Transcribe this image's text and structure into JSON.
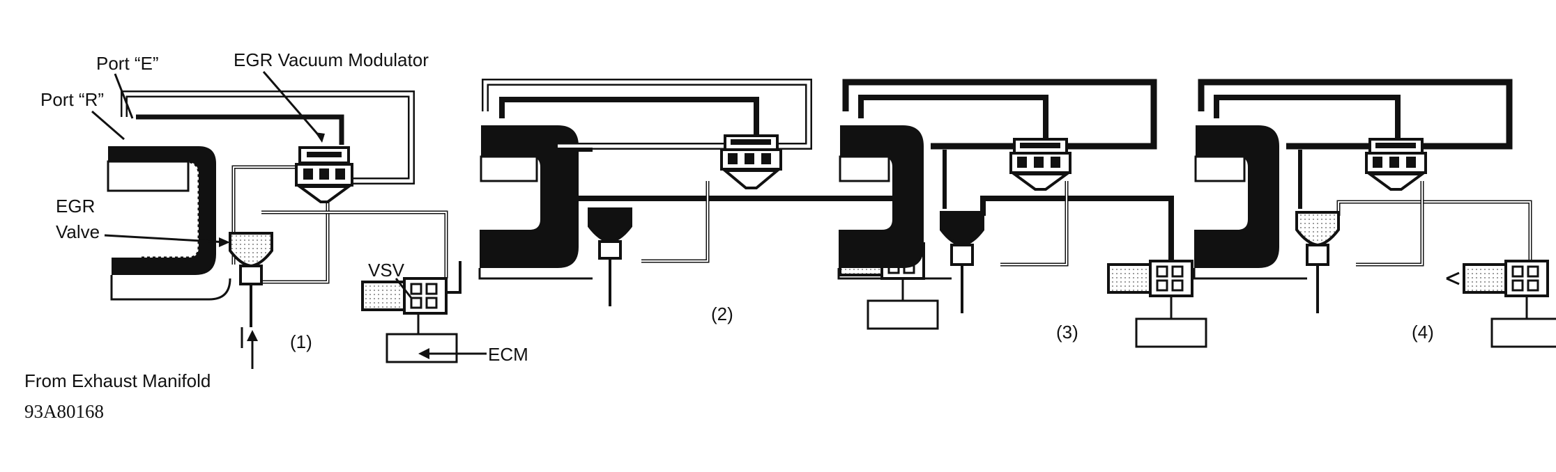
{
  "labels": {
    "port_e": "Port “E”",
    "port_r": "Port “R”",
    "egr_vacuum_modulator": "EGR Vacuum Modulator",
    "egr_valve_line1": "EGR",
    "egr_valve_line2": "Valve",
    "vsv": "VSV",
    "ecm": "ECM",
    "from_exhaust_manifold": "From Exhaust Manifold"
  },
  "panels": [
    {
      "number": "(1)",
      "state": "off"
    },
    {
      "number": "(2)",
      "state": "partial"
    },
    {
      "number": "(3)",
      "state": "open"
    },
    {
      "number": "(4)",
      "state": "vsv-on"
    }
  ],
  "figure_code": "93A80168",
  "colors": {
    "ink": "#111111",
    "paper": "#ffffff",
    "fill_gray": "#cfcfcf"
  }
}
